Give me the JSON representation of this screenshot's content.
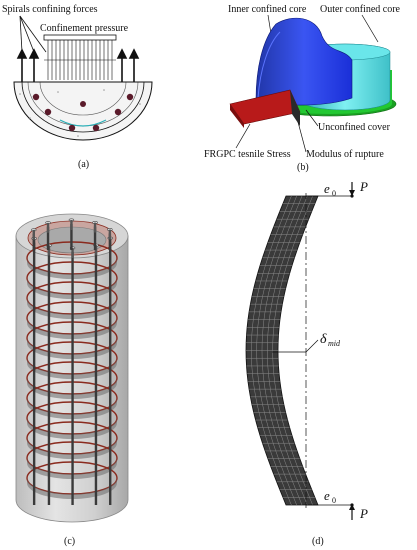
{
  "panel_a": {
    "label_spirals": "Spirals confining forces",
    "label_confinement": "Confinement pressure",
    "caption": "(a)"
  },
  "panel_b": {
    "label_inner": "Inner confined core",
    "label_outer": "Outer confined core",
    "label_unconfined": "Unconfined cover",
    "label_frgpc": "FRGPC tesnile Stress",
    "label_modulus": "Modulus of rupture",
    "caption": "(b)",
    "colors": {
      "inner": "#1a2fd8",
      "outer": "#3fd0d8",
      "cover": "#22c832",
      "tension": "#b81a1a",
      "rupture": "#2a2a2a"
    }
  },
  "panel_c": {
    "caption": "(c)",
    "colors": {
      "steel": "#8a2a1e",
      "concrete": "#c8c8c8"
    }
  },
  "panel_d": {
    "label_e0_top": "e",
    "label_e0_sub": "0",
    "label_P_top": "P",
    "label_delta": "δ",
    "label_delta_sub": "mid",
    "label_e0_bottom": "e",
    "label_e0_bottom_sub": "0",
    "label_P_bottom": "P",
    "caption": "(d)"
  }
}
